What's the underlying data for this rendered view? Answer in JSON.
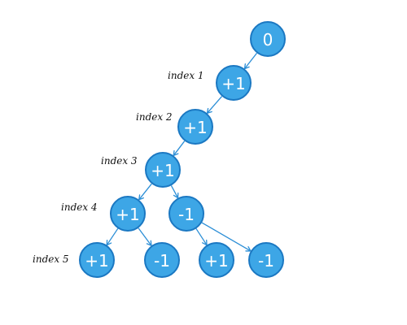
{
  "levels": [
    {
      "id": 1,
      "label": "index 1"
    },
    {
      "id": 2,
      "label": "index 2"
    },
    {
      "id": 3,
      "label": "index 3"
    },
    {
      "id": 4,
      "label": "index 4"
    },
    {
      "id": 5,
      "label": "index 5"
    }
  ],
  "nodes": [
    {
      "id": "root",
      "label": "0"
    },
    {
      "id": "n1",
      "label": "+1"
    },
    {
      "id": "n2",
      "label": "+1"
    },
    {
      "id": "n3",
      "label": "+1"
    },
    {
      "id": "n4a",
      "label": "+1"
    },
    {
      "id": "n4b",
      "label": "-1"
    },
    {
      "id": "n5a",
      "label": "+1"
    },
    {
      "id": "n5b",
      "label": "-1"
    },
    {
      "id": "n5c",
      "label": "+1"
    },
    {
      "id": "n5d",
      "label": "-1"
    }
  ],
  "edges": [
    {
      "from": "root",
      "to": "n1"
    },
    {
      "from": "n1",
      "to": "n2"
    },
    {
      "from": "n2",
      "to": "n3"
    },
    {
      "from": "n3",
      "to": "n4a"
    },
    {
      "from": "n3",
      "to": "n4b"
    },
    {
      "from": "n4a",
      "to": "n5a"
    },
    {
      "from": "n4a",
      "to": "n5b"
    },
    {
      "from": "n4b",
      "to": "n5c"
    },
    {
      "from": "n4b",
      "to": "n5d"
    }
  ]
}
